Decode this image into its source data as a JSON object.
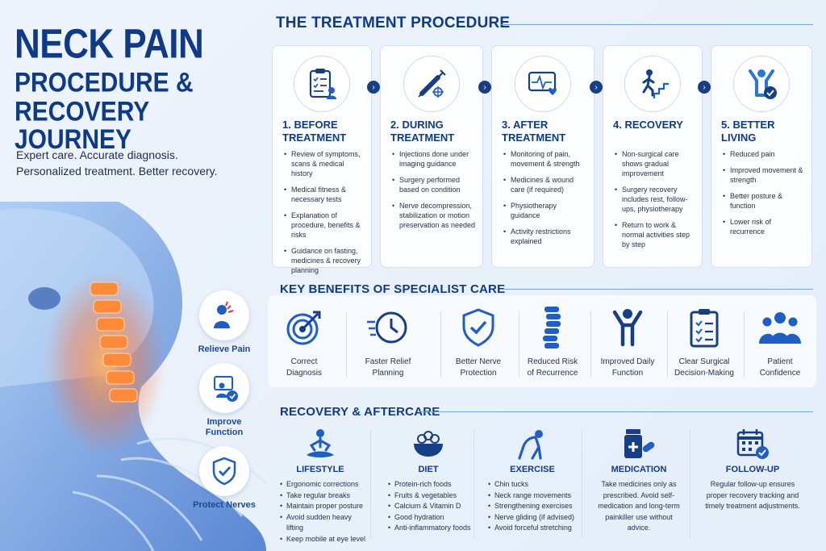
{
  "hero": {
    "title_line1": "NECK PAIN",
    "title_line2": "PROCEDURE &",
    "title_line3": "RECOVERY JOURNEY",
    "tagline_line1": "Expert care. Accurate diagnosis.",
    "tagline_line2": "Personalized treatment. Better recovery."
  },
  "side_badges": [
    {
      "label": "Relieve Pain",
      "icon": "pain-person-icon"
    },
    {
      "label": "Improve Function",
      "icon": "desk-work-icon"
    },
    {
      "label": "Protect Nerves",
      "icon": "shield-check-icon"
    }
  ],
  "procedure": {
    "title": "THE TREATMENT PROCEDURE",
    "steps": [
      {
        "title": "1. BEFORE TREATMENT",
        "icon": "clipboard-checklist-icon",
        "items": [
          "Review of symptoms, scans & medical history",
          "Medical fitness & necessary tests",
          "Explanation of procedure, benefits & risks",
          "Guidance on fasting, medicines & recovery planning"
        ]
      },
      {
        "title": "2. DURING TREATMENT",
        "icon": "syringe-icon",
        "items": [
          "Injections done under imaging guidance",
          "Surgery performed based on condition",
          "Nerve decompression, stabilization or motion preservation as needed"
        ]
      },
      {
        "title": "3. AFTER TREATMENT",
        "icon": "heart-monitor-icon",
        "items": [
          "Monitoring of pain, movement & strength",
          "Medicines & wound care (if required)",
          "Physiotherapy guidance",
          "Activity restrictions explained"
        ]
      },
      {
        "title": "4. RECOVERY",
        "icon": "climbing-stairs-icon",
        "items": [
          "Non-surgical care shows gradual improvement",
          "Surgery recovery includes rest, follow-ups, physiotherapy",
          "Return to work & normal activities step by step"
        ]
      },
      {
        "title": "5. BETTER LIVING",
        "icon": "person-celebrate-icon",
        "items": [
          "Reduced pain",
          "Improved movement & strength",
          "Better posture & function",
          "Lower risk of recurrence"
        ]
      }
    ]
  },
  "benefits": {
    "title": "KEY BENEFITS OF SPECIALIST CARE",
    "items": [
      {
        "label_1": "Correct",
        "label_2": "Diagnosis",
        "icon": "target-icon"
      },
      {
        "label_1": "Faster Relief",
        "label_2": "Planning",
        "icon": "fast-clock-icon"
      },
      {
        "label_1": "Better Nerve",
        "label_2": "Protection",
        "icon": "shield-check-icon"
      },
      {
        "label_1": "Reduced Risk",
        "label_2": "of Recurrence",
        "icon": "spine-icon"
      },
      {
        "label_1": "Improved Daily",
        "label_2": "Function",
        "icon": "person-arms-up-icon"
      },
      {
        "label_1": "Clear Surgical",
        "label_2": "Decision-Making",
        "icon": "checklist-icon"
      },
      {
        "label_1": "Patient",
        "label_2": "Confidence",
        "icon": "group-icon"
      }
    ]
  },
  "aftercare": {
    "title": "RECOVERY & AFTERCARE",
    "lifestyle": {
      "title": "LIFESTYLE",
      "icon": "meditation-icon",
      "items": [
        "Ergonomic corrections",
        "Take regular breaks",
        "Maintain proper posture",
        "Avoid sudden heavy lifting",
        "Keep mobile at eye level"
      ]
    },
    "diet": {
      "title": "DIET",
      "icon": "food-bowl-icon",
      "items": [
        "Protein-rich foods",
        "Fruits & vegetables",
        "Calcium & Vitamin D",
        "Good hydration",
        "Anti-inflammatory foods"
      ]
    },
    "exercise": {
      "title": "EXERCISE",
      "icon": "stretching-icon",
      "items": [
        "Chin tucks",
        "Neck range movements",
        "Strengthening exercises",
        "Nerve gliding (if advised)",
        "Avoid forceful stretching"
      ]
    },
    "medication": {
      "title": "MEDICATION",
      "icon": "pill-bottle-icon",
      "text": "Take medicines only as prescribed. Avoid self-medication and long-term painkiller use without advice."
    },
    "followup": {
      "title": "FOLLOW-UP",
      "icon": "calendar-check-icon",
      "text": "Regular follow-up ensures proper recovery tracking and timely treatment adjustments."
    }
  },
  "colors": {
    "primary": "#0f3a86",
    "accent": "#1f5fc4",
    "spine": "#ff7a2e"
  }
}
